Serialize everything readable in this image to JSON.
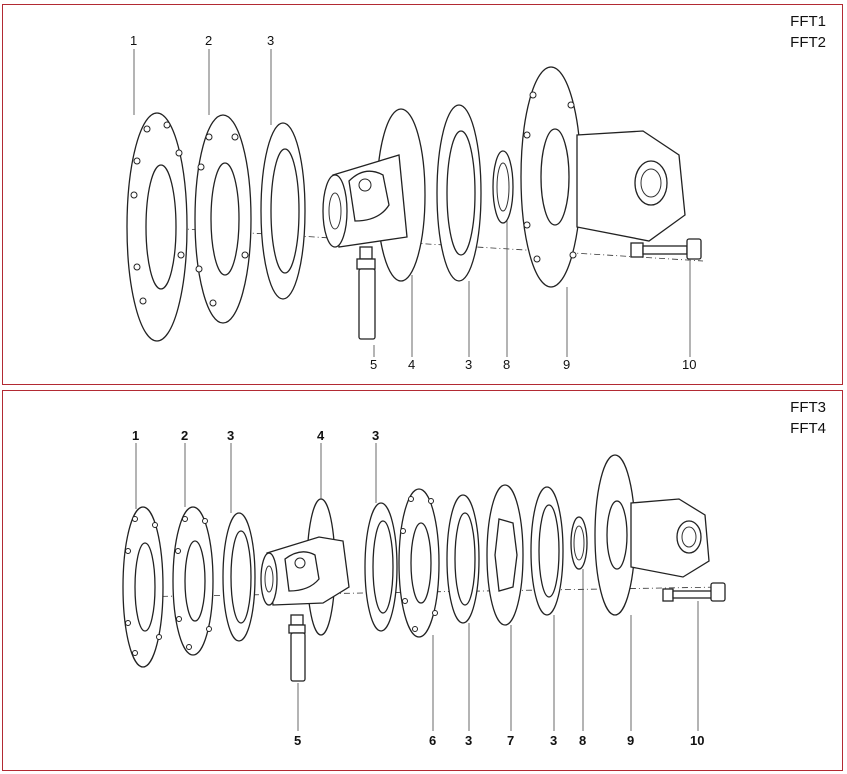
{
  "top": {
    "models": [
      "FFT1",
      "FFT2"
    ],
    "callouts_top": [
      "1",
      "2",
      "3"
    ],
    "callouts_bottom": [
      "5",
      "4",
      "3",
      "8",
      "9",
      "10"
    ]
  },
  "bottom": {
    "models": [
      "FFT3",
      "FFT4"
    ],
    "callouts_top": [
      "1",
      "2",
      "3",
      "4",
      "3"
    ],
    "callouts_bottom": [
      "5",
      "6",
      "3",
      "7",
      "3",
      "8",
      "9",
      "10"
    ]
  }
}
